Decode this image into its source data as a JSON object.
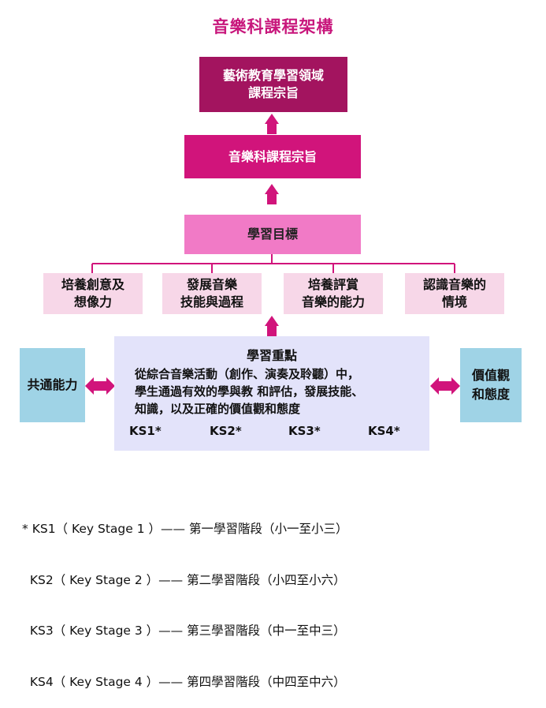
{
  "title": "音樂科課程架構",
  "top_box": {
    "line1": "藝術教育學習領域",
    "line2": "課程宗旨"
  },
  "music_box": {
    "label": "音樂科課程宗旨"
  },
  "objectives_box": {
    "label": "學習目標"
  },
  "objectives": [
    {
      "line1": "培養創意及",
      "line2": "想像力"
    },
    {
      "line1": "發展音樂",
      "line2": "技能與過程"
    },
    {
      "line1": "培養評賞",
      "line2": "音樂的能力"
    },
    {
      "line1": "認識音樂的",
      "line2": "情境"
    }
  ],
  "focus": {
    "title": "學習重點",
    "lines": [
      "從綜合音樂活動（創作、演奏及聆聽）中，",
      "學生通過有效的學與教 和評估，發展技能、",
      "知識，以及正確的價值觀和態度"
    ],
    "key_stages": [
      "KS1*",
      "KS2*",
      "KS3*",
      "KS4*"
    ]
  },
  "generic_skills": {
    "label": "共通能力"
  },
  "values": {
    "line1": "價值觀",
    "line2": "和態度"
  },
  "notes": [
    {
      "prefix": "* ",
      "text": "KS1（ Key Stage 1 ）—— 第一學習階段（小一至小三）"
    },
    {
      "prefix": "  ",
      "text": "KS2（ Key Stage 2 ）—— 第二學習階段（小四至小六）"
    },
    {
      "prefix": "  ",
      "text": "KS3（ Key Stage 3 ）—— 第三學習階段（中一至中三）"
    },
    {
      "prefix": "  ",
      "text": "KS4（ Key Stage 4 ）—— 第四學習階段（中四至中六）"
    }
  ],
  "colors": {
    "title": "#c8177c",
    "top_box": "#a3145f",
    "music_box": "#d1147b",
    "objectives_box": "#f17ac6",
    "objective_item": "#f7d7e8",
    "focus": "#e3e3fa",
    "side_box": "#9fd3e6",
    "connector": "#d1147b"
  }
}
